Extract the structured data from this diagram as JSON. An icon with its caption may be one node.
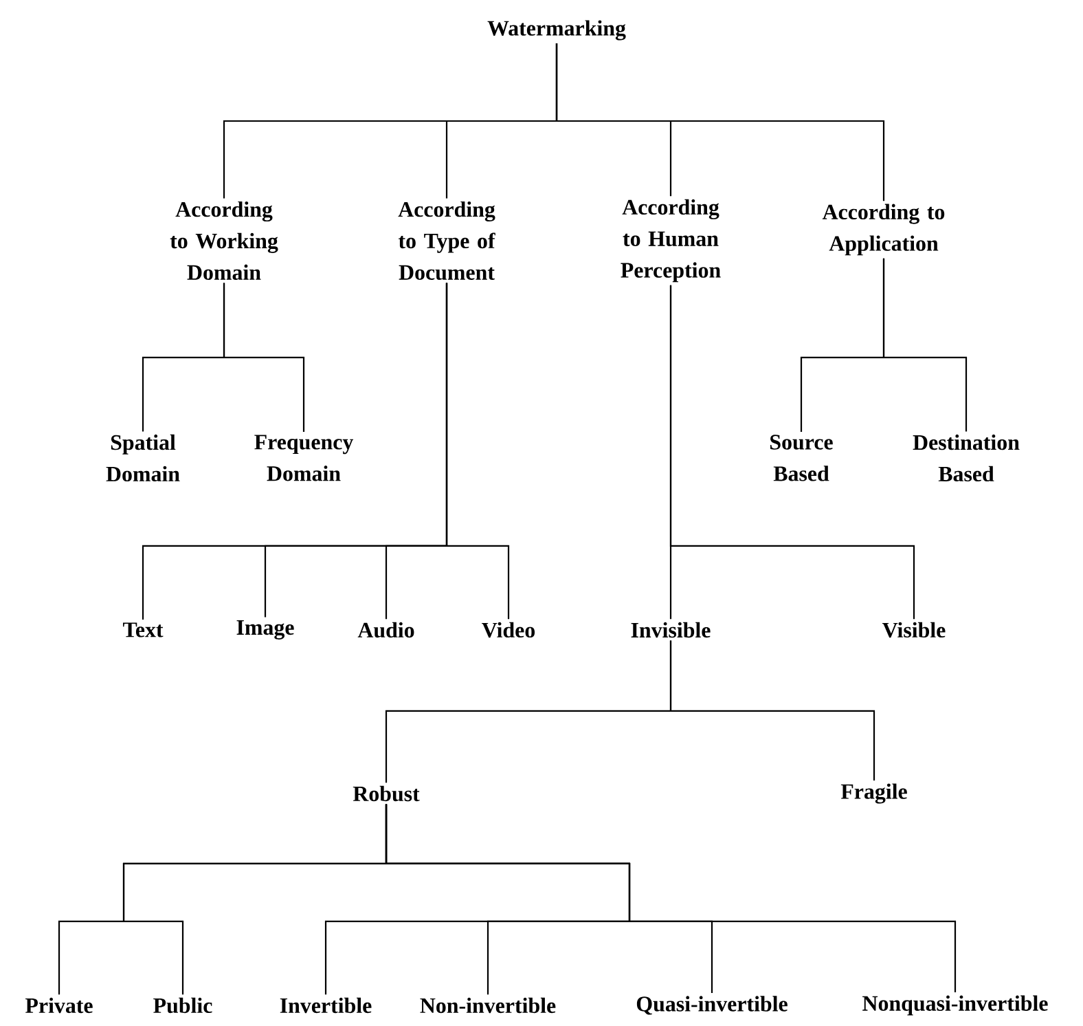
{
  "diagram": {
    "nodes": [
      {
        "text": [
          "Watermarking"
        ]
      },
      {
        "text": [
          "According to Working Domain"
        ]
      },
      {
        "text": [
          "According to Type of Document"
        ]
      },
      {
        "text": [
          "According to Human Perception"
        ]
      },
      {
        "text": [
          "According to Application"
        ]
      },
      {
        "text": [
          "Spatial Domain"
        ]
      },
      {
        "text": [
          "Frequency Domain"
        ]
      },
      {
        "text": [
          "Source Based"
        ]
      },
      {
        "text": [
          "Destination Based"
        ]
      },
      {
        "text": [
          "Text"
        ]
      },
      {
        "text": [
          "Image"
        ]
      },
      {
        "text": [
          "Audio"
        ]
      },
      {
        "text": [
          "Video"
        ]
      },
      {
        "text": [
          "Invisible"
        ]
      },
      {
        "text": [
          "Visible"
        ]
      },
      {
        "text": [
          "Robust"
        ]
      },
      {
        "text": [
          "Fragile"
        ]
      },
      {
        "text": [
          "Private"
        ]
      },
      {
        "text": [
          "Public"
        ]
      },
      {
        "text": [
          "Invertible"
        ]
      },
      {
        "text": [
          "Non-invertible"
        ]
      },
      {
        "text": [
          "Quasi-invertible"
        ]
      },
      {
        "text": [
          "Nonquasi-invertible"
        ]
      }
    ],
    "edges": [
      {
        "from": 0,
        "to": 1,
        "arrow": "none"
      },
      {
        "from": 0,
        "to": 2,
        "arrow": "none"
      },
      {
        "from": 0,
        "to": 3,
        "arrow": "none"
      },
      {
        "from": 0,
        "to": 4,
        "arrow": "none"
      },
      {
        "from": 1,
        "to": 5,
        "arrow": "none"
      },
      {
        "from": 1,
        "to": 6,
        "arrow": "none"
      },
      {
        "from": 4,
        "to": 7,
        "arrow": "none"
      },
      {
        "from": 4,
        "to": 8,
        "arrow": "none"
      },
      {
        "from": 2,
        "to": 9,
        "arrow": "none"
      },
      {
        "from": 2,
        "to": 10,
        "arrow": "none"
      },
      {
        "from": 2,
        "to": 11,
        "arrow": "none"
      },
      {
        "from": 2,
        "to": 12,
        "arrow": "none"
      },
      {
        "from": 3,
        "to": 13,
        "arrow": "none"
      },
      {
        "from": 3,
        "to": 14,
        "arrow": "none"
      },
      {
        "from": 13,
        "to": 15,
        "arrow": "none"
      },
      {
        "from": 13,
        "to": 16,
        "arrow": "none"
      },
      {
        "from": 15,
        "to": 17,
        "arrow": "none"
      },
      {
        "from": 15,
        "to": 18,
        "arrow": "none"
      },
      {
        "from": 15,
        "to": 19,
        "arrow": "none"
      },
      {
        "from": 15,
        "to": 20,
        "arrow": "none"
      },
      {
        "from": 15,
        "to": 21,
        "arrow": "none"
      },
      {
        "from": 15,
        "to": 22,
        "arrow": "none"
      }
    ]
  }
}
